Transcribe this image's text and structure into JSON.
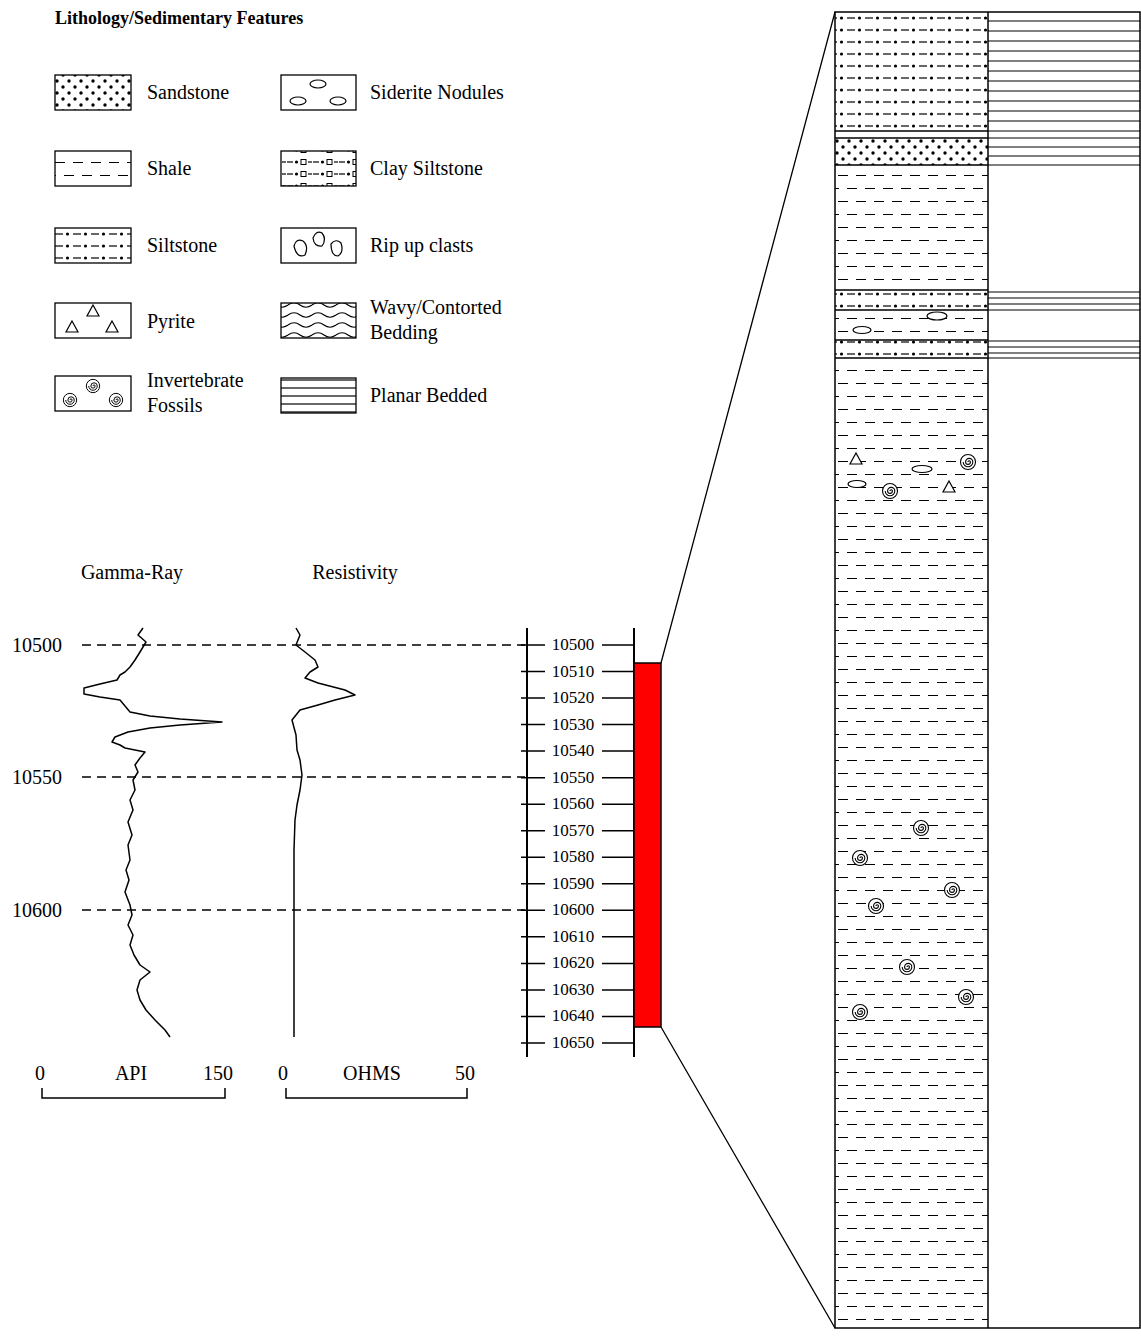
{
  "diagram": {
    "labels": [
      "Lithology/Sedimentary Features",
      "Gamma-Ray",
      "Resistivity",
      "10500",
      "10550",
      "10600",
      "10500",
      "10510",
      "10520",
      "10530",
      "10540",
      "10550",
      "10560",
      "10570",
      "10580",
      "10590",
      "10600",
      "10610",
      "10620",
      "10630",
      "10640",
      "10650",
      "0",
      "API",
      "150",
      "0",
      "OHMS",
      "50"
    ],
    "legend": [
      {
        "text": "Sandstone"
      },
      {
        "text": "Siderite Nodules"
      },
      {
        "text": "Shale"
      },
      {
        "text": "Clay Siltstone"
      },
      {
        "text": "Siltstone"
      },
      {
        "text": "Rip up clasts"
      },
      {
        "text": "Pyrite"
      },
      {
        "text": "Wavy/Contorted Bedding"
      },
      {
        "text": "Invertebrate Fossils"
      },
      {
        "text": "Planar Bedded"
      }
    ]
  }
}
